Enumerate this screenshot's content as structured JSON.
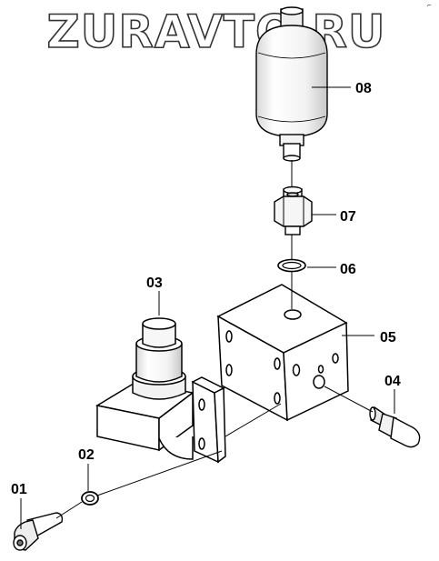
{
  "watermark": "ZURAVTO.RU",
  "corner_mark": "⌐",
  "parts": [
    {
      "id": "01",
      "label": "01"
    },
    {
      "id": "02",
      "label": "02"
    },
    {
      "id": "03",
      "label": "03"
    },
    {
      "id": "04",
      "label": "04"
    },
    {
      "id": "05",
      "label": "05"
    },
    {
      "id": "06",
      "label": "06"
    },
    {
      "id": "07",
      "label": "07"
    },
    {
      "id": "08",
      "label": "08"
    }
  ]
}
